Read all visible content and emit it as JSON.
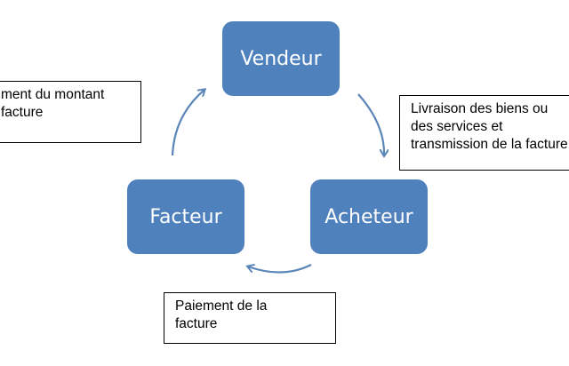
{
  "nodes": {
    "vendeur": "Vendeur",
    "acheteur": "Acheteur",
    "facteur": "Facteur"
  },
  "notes": {
    "paiement_montant": [
      "ment du montant",
      "facture"
    ],
    "livraison": [
      "Livraison des biens ou",
      "des services et",
      "transmission de la facture"
    ],
    "paiement_facture": [
      "Paiement de la",
      "facture"
    ]
  },
  "colors": {
    "node_fill": "#4f81bd",
    "arrow": "#5b86b8"
  }
}
